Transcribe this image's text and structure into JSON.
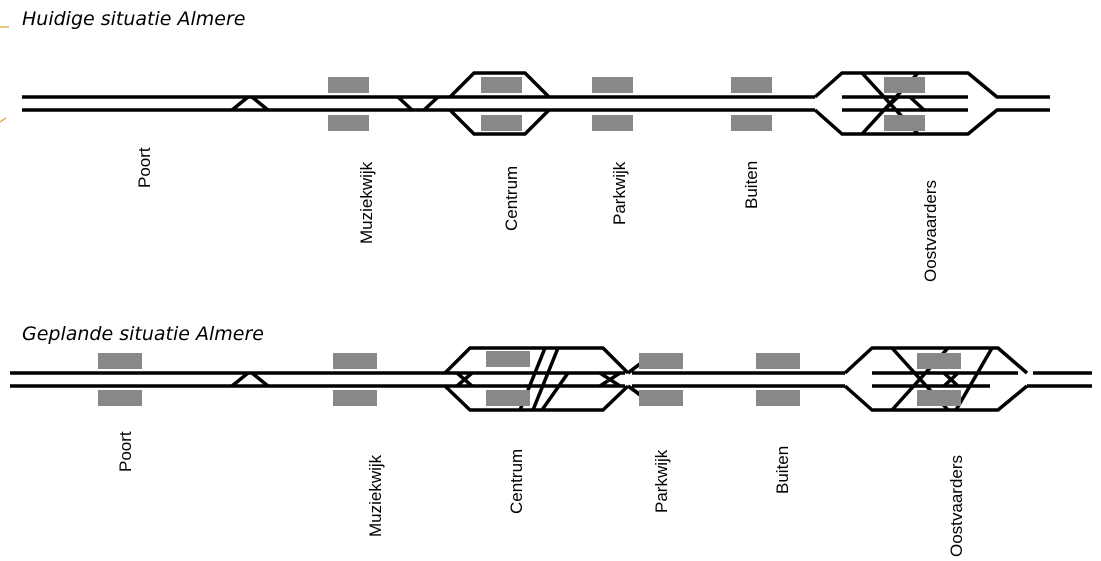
{
  "colors": {
    "track": "#000000",
    "platform": "#888888",
    "background": "#ffffff",
    "edge_marker": "#d8a23a"
  },
  "current": {
    "title": "Huidige situatie Almere",
    "stations": [
      "Poort",
      "Muziekwijk",
      "Centrum",
      "Parkwijk",
      "Buiten",
      "Oostvaarders"
    ]
  },
  "planned": {
    "title": "Geplande situatie Almere",
    "stations": [
      "Poort",
      "Muziekwijk",
      "Centrum",
      "Parkwijk",
      "Buiten",
      "Oostvaarders"
    ]
  }
}
